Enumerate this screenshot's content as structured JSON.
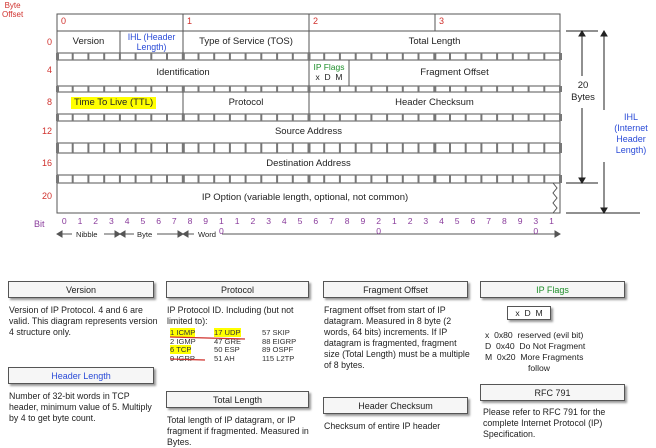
{
  "labels": {
    "byte_offset": "Byte\nOffset",
    "bit": "Bit",
    "nibble": "Nibble",
    "byte": "Byte",
    "word": "Word",
    "twenty_bytes": "20\nBytes",
    "ihl_side": "IHL\n(Internet\nHeader\nLength)"
  },
  "byte_indices": [
    "0",
    "1",
    "2",
    "3"
  ],
  "row_offsets": [
    "0",
    "4",
    "8",
    "12",
    "16",
    "20"
  ],
  "bit_top": [
    "0",
    "1",
    "2",
    "3",
    "4",
    "5",
    "6",
    "7",
    "8",
    "9",
    "1",
    "1",
    "2",
    "3",
    "4",
    "5",
    "6",
    "7",
    "8",
    "9",
    "2",
    "1",
    "2",
    "3",
    "4",
    "5",
    "6",
    "7",
    "8",
    "9",
    "3",
    "1"
  ],
  "bit_bot": [
    "",
    "",
    "",
    "",
    "",
    "",
    "",
    "",
    "",
    "",
    "0",
    "",
    "",
    "",
    "",
    "",
    "",
    "",
    "",
    "",
    "0",
    "",
    "",
    "",
    "",
    "",
    "",
    "",
    "",
    "",
    "0",
    ""
  ],
  "fields": {
    "version": "Version",
    "ihl": "IHL (Header Length)",
    "tos": "Type of Service (TOS)",
    "total_length": "Total Length",
    "identification": "Identification",
    "ip_flags": "IP Flags",
    "flag_bits": "x  D  M",
    "fragment_offset": "Fragment Offset",
    "ttl": "Time To Live (TTL)",
    "protocol": "Protocol",
    "header_checksum": "Header Checksum",
    "source": "Source Address",
    "destination": "Destination Address",
    "ip_option": "IP Option (variable length, optional, not common)"
  },
  "legend": {
    "version": {
      "title": "Version",
      "text": "Version of IP Protocol.  4 and 6 are valid.  This diagram represents version 4 structure only."
    },
    "header_length": {
      "title": "Header Length",
      "text": "Number of 32-bit words in TCP header, minimum value of 5.  Multiply by 4 to get byte count."
    },
    "protocol": {
      "title": "Protocol",
      "text": "IP Protocol ID.  Including (but not limited to):",
      "table": [
        [
          "1 ICMP",
          "17 UDP",
          "57 SKIP"
        ],
        [
          "2 IGMP",
          "47 GRE",
          "88 EIGRP"
        ],
        [
          "6 TCP",
          "50 ESP",
          "89 OSPF"
        ],
        [
          "9 IGRP",
          "51 AH",
          "115 L2TP"
        ]
      ]
    },
    "total_length": {
      "title": "Total Length",
      "text": "Total length of IP datagram, or IP fragment if fragmented. Measured in Bytes."
    },
    "fragment_offset": {
      "title": "Fragment Offset",
      "text": "Fragment offset from start of IP datagram.  Measured in 8 byte (2 words, 64 bits) increments.  If IP datagram is fragmented, fragment size (Total Length) must be a multiple of 8 bytes."
    },
    "header_checksum": {
      "title": "Header Checksum",
      "text": "Checksum of entire IP header"
    },
    "ip_flags": {
      "title": "IP Flags",
      "flags": "x  D  M",
      "lines": [
        "x  0x80  reserved (evil bit)",
        "D  0x40  Do Not Fragment",
        "M  0x20  More Fragments",
        "follow"
      ]
    },
    "rfc": {
      "title": "RFC 791",
      "text": "Please refer to RFC 791 for the complete Internet Protocol (IP) Specification."
    }
  }
}
